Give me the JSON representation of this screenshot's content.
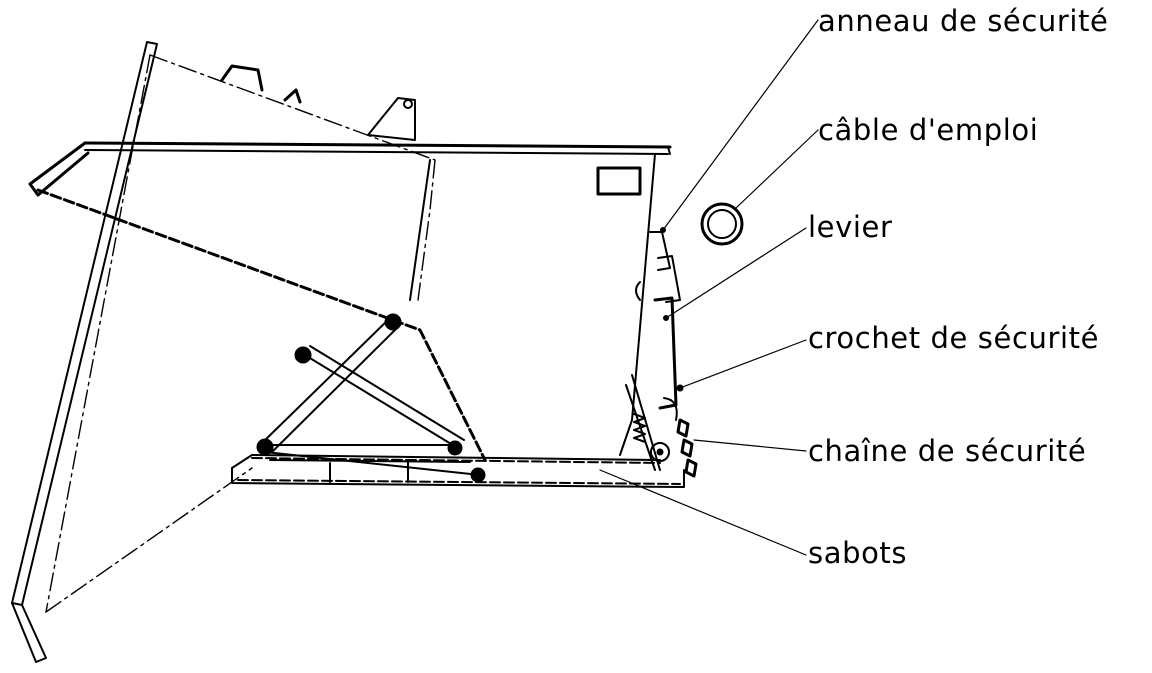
{
  "labels": {
    "anneau": "anneau de sécurité",
    "cable": "câble d'emploi",
    "levier": "levier",
    "crochet": "crochet de sécurité",
    "chaine": "chaîne de sécurité",
    "sabots": "sabots"
  },
  "colors": {
    "ink": "#000000",
    "paper": "#ffffff"
  }
}
